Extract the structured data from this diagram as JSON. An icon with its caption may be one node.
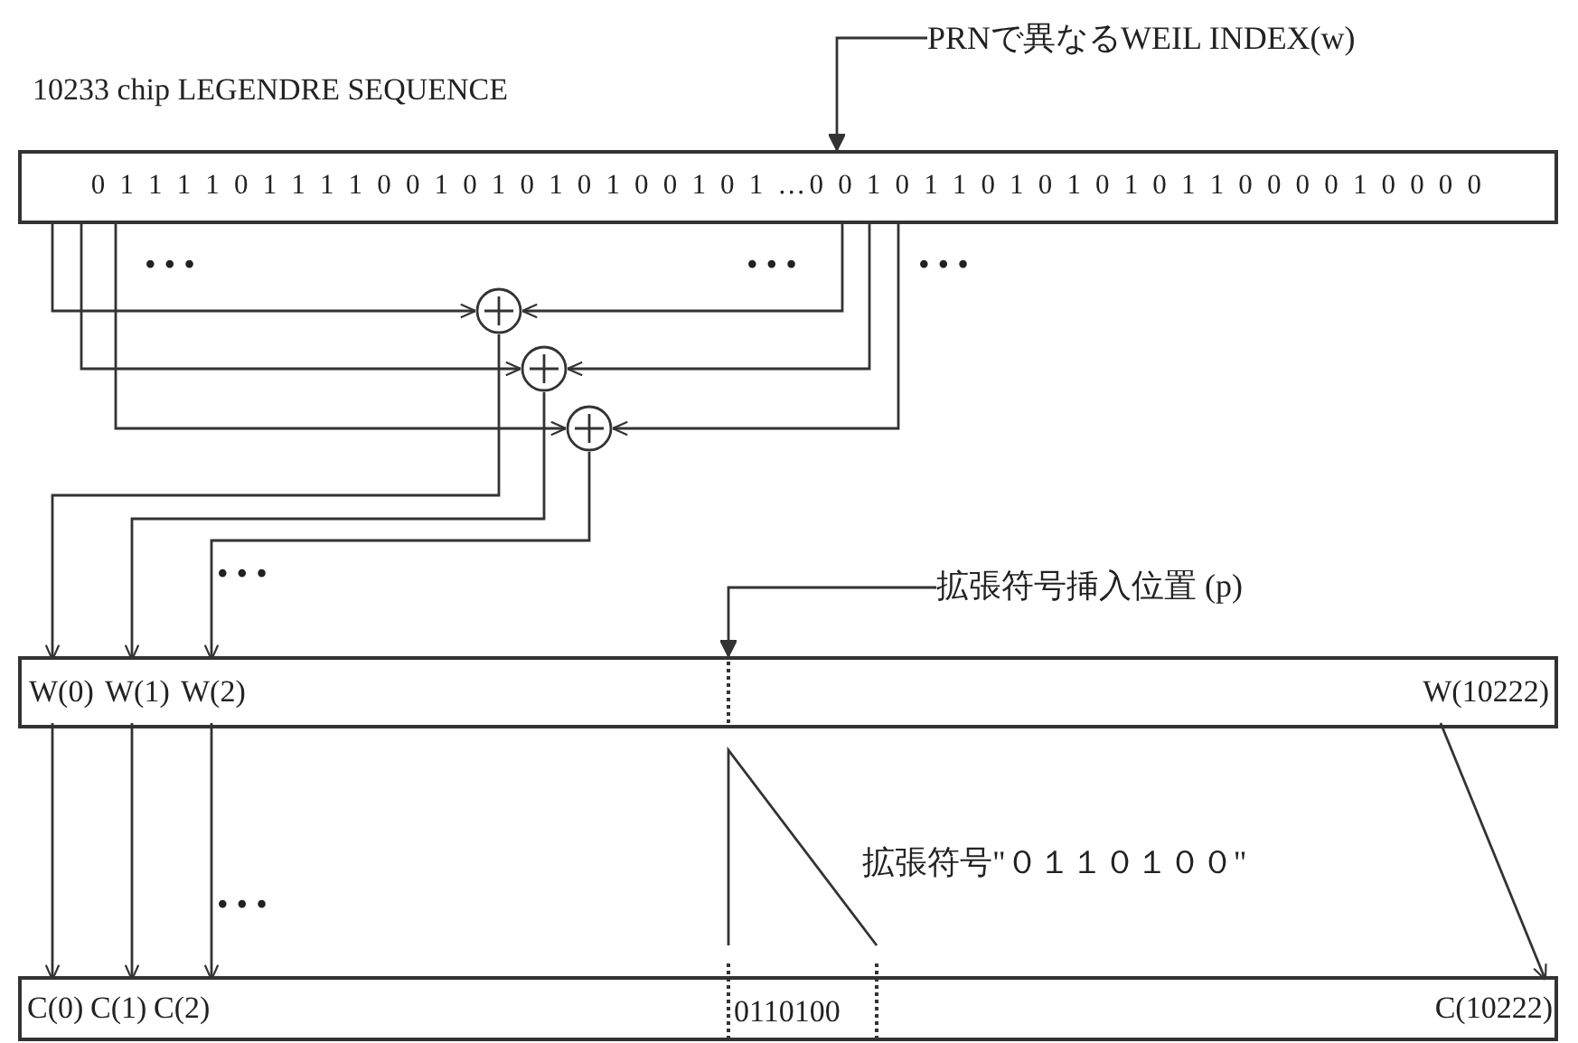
{
  "diagram": {
    "nodes": [
      {
        "text": [
          "PRNで異なるWEIL INDEX(w)"
        ]
      },
      {
        "text": [
          "10233 chip LEGENDRE SEQUENCE",
          "0 1 1 1 1 0 1 1 1 1 0 0 1 0 1 0 1 0 1 0 0 1 0 1 …0 0 1 0 1 1 0 1 0 1 0 1 0 1 1 0 0 0 0 1 0 0 0 0"
        ]
      },
      {
        "text": [],
        "shape": "circle"
      },
      {
        "text": [],
        "shape": "circle"
      },
      {
        "text": [],
        "shape": "circle"
      },
      {
        "text": [
          "拡張符号挿入位置 (p)"
        ]
      },
      {
        "text": [],
        "shape": "bar"
      },
      {
        "text": [
          "W(0)"
        ],
        "in": 6
      },
      {
        "text": [
          "W(1)"
        ],
        "in": 6
      },
      {
        "text": [
          "W(2)"
        ],
        "in": 6
      },
      {
        "text": [
          "W(10222)"
        ],
        "in": 6
      },
      {
        "text": [],
        "shape": "bar"
      },
      {
        "text": [
          "C(0)"
        ],
        "in": 11
      },
      {
        "text": [
          "C(1)"
        ],
        "in": 11
      },
      {
        "text": [
          "C(2)"
        ],
        "in": 11
      },
      {
        "text": [
          "0110100"
        ],
        "in": 11
      },
      {
        "text": [
          "C(10222)"
        ],
        "in": 11
      }
    ],
    "edges": [
      {
        "from": 1,
        "to": 2,
        "arrow": "to"
      },
      {
        "from": 1,
        "to": 2,
        "arrow": "to"
      },
      {
        "from": 1,
        "to": 3,
        "arrow": "to"
      },
      {
        "from": 1,
        "to": 3,
        "arrow": "to"
      },
      {
        "from": 1,
        "to": 4,
        "arrow": "to"
      },
      {
        "from": 1,
        "to": 4,
        "arrow": "to"
      },
      {
        "from": 2,
        "to": 7,
        "arrow": "to"
      },
      {
        "from": 3,
        "to": 8,
        "arrow": "to"
      },
      {
        "from": 4,
        "to": 9,
        "arrow": "to"
      },
      {
        "from": 7,
        "to": 12,
        "arrow": "to"
      },
      {
        "from": 8,
        "to": 13,
        "arrow": "to"
      },
      {
        "from": 9,
        "to": 14,
        "arrow": "to"
      },
      {
        "from": 10,
        "to": 16,
        "arrow": "to"
      },
      {
        "from": 0,
        "to": 1,
        "arrow": "to"
      },
      {
        "from": 5,
        "to": 6,
        "arrow": "to"
      }
    ],
    "labels": [
      "• • •",
      "• • •",
      "• • •",
      "• • •",
      "拡張符号\"０１１０１００\"",
      "• • •"
    ]
  }
}
